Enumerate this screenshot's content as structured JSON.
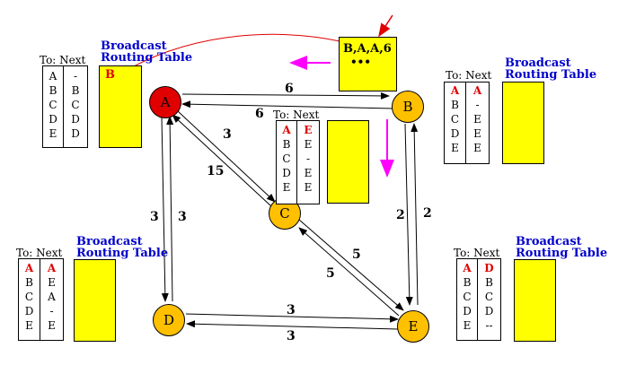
{
  "nodes": [
    {
      "id": "A",
      "color": "#e00000"
    },
    {
      "id": "B",
      "color": "#ffc000"
    },
    {
      "id": "C",
      "color": "#ffc000"
    },
    {
      "id": "D",
      "color": "#ffc000"
    },
    {
      "id": "E",
      "color": "#ffc000"
    }
  ],
  "header_to": "To:",
  "header_next": "Next",
  "broadcast_line1": "Broadcast",
  "broadcast_line2": "Routing Table",
  "tables": {
    "A": {
      "to": [
        "A",
        "B",
        "C",
        "D",
        "E"
      ],
      "next": [
        "-",
        "B",
        "C",
        "D",
        "D"
      ],
      "red_to": [],
      "red_next": []
    },
    "B": {
      "to": [
        "A",
        "B",
        "C",
        "D",
        "E"
      ],
      "next": [
        "A",
        "-",
        "E",
        "E",
        "E"
      ],
      "red_to": [
        0
      ],
      "red_next": [
        0
      ]
    },
    "C": {
      "to": [
        "A",
        "B",
        "C",
        "D",
        "E"
      ],
      "next": [
        "E",
        "E",
        "-",
        "E",
        "E"
      ],
      "red_to": [
        0
      ],
      "red_next": [
        0
      ]
    },
    "D": {
      "to": [
        "A",
        "B",
        "C",
        "D",
        "E"
      ],
      "next": [
        "A",
        "E",
        "A",
        "-",
        "E"
      ],
      "red_to": [
        0
      ],
      "red_next": [
        0
      ]
    },
    "E": {
      "to": [
        "A",
        "B",
        "C",
        "D",
        "E"
      ],
      "next": [
        "D",
        "B",
        "C",
        "D",
        "--"
      ],
      "red_to": [
        0
      ],
      "red_next": [
        0
      ]
    }
  },
  "broadcast_box_A_entry": "B",
  "packet": {
    "line1": "B,A,A,6",
    "line2": "•••"
  },
  "edge_labels": {
    "AB_top": "6",
    "AB_bottom": "6",
    "AC_top": "3",
    "AC_bottom": "15",
    "AD_left": "3",
    "AD_right": "3",
    "BE_left": "2",
    "BE_right": "2",
    "CE_top": "5",
    "CE_bottom": "5",
    "DE_top": "3",
    "DE_bottom": "3"
  },
  "colors": {
    "yellow": "#ffff00",
    "red": "#e00000",
    "magenta": "#ff00ff",
    "blue": "#0000cc",
    "node_orange": "#ffc000"
  }
}
